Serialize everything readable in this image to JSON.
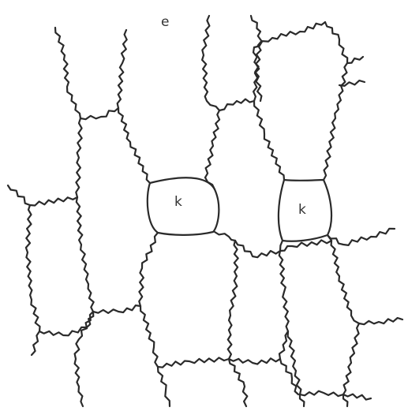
{
  "labels": {
    "epidermis": "e",
    "guard_cell_left": "k",
    "guard_cell_right": "k"
  },
  "colors": {
    "background": "#ffffff",
    "cell_wall": "#2a2a2a",
    "label_text": "#333333"
  }
}
